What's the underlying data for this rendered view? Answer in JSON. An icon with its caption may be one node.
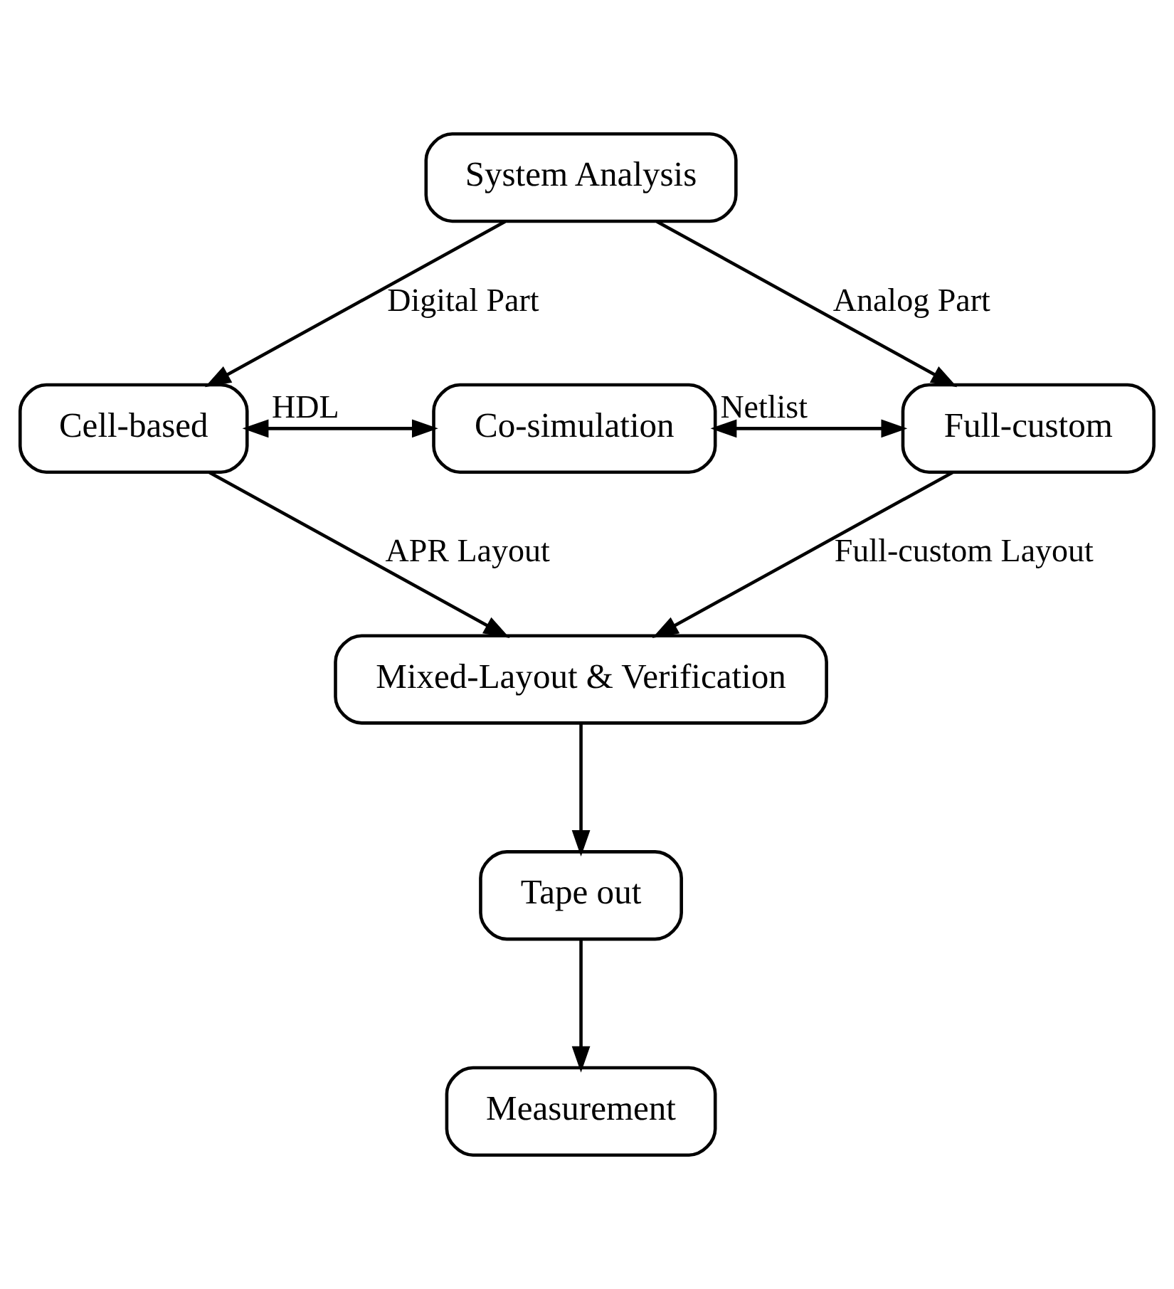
{
  "diagram": {
    "nodes": [
      {
        "text": [
          "System Analysis"
        ]
      },
      {
        "text": [
          "Cell-based"
        ]
      },
      {
        "text": [
          "Co-simulation"
        ]
      },
      {
        "text": [
          "Full-custom"
        ]
      },
      {
        "text": [
          "Mixed-Layout & Verification"
        ]
      },
      {
        "text": [
          "Tape out"
        ]
      },
      {
        "text": [
          "Measurement"
        ]
      }
    ],
    "edges": [
      {
        "from": 0,
        "to": 1,
        "arrow": "to",
        "label": "Digital Part"
      },
      {
        "from": 0,
        "to": 3,
        "arrow": "to",
        "label": "Analog Part"
      },
      {
        "from": 1,
        "to": 2,
        "arrow": "both",
        "label": "HDL"
      },
      {
        "from": 2,
        "to": 3,
        "arrow": "both",
        "label": "Netlist"
      },
      {
        "from": 1,
        "to": 4,
        "arrow": "to",
        "label": "APR Layout"
      },
      {
        "from": 3,
        "to": 4,
        "arrow": "to",
        "label": "Full-custom Layout"
      },
      {
        "from": 4,
        "to": 5,
        "arrow": "to"
      },
      {
        "from": 5,
        "to": 6,
        "arrow": "to"
      }
    ]
  }
}
